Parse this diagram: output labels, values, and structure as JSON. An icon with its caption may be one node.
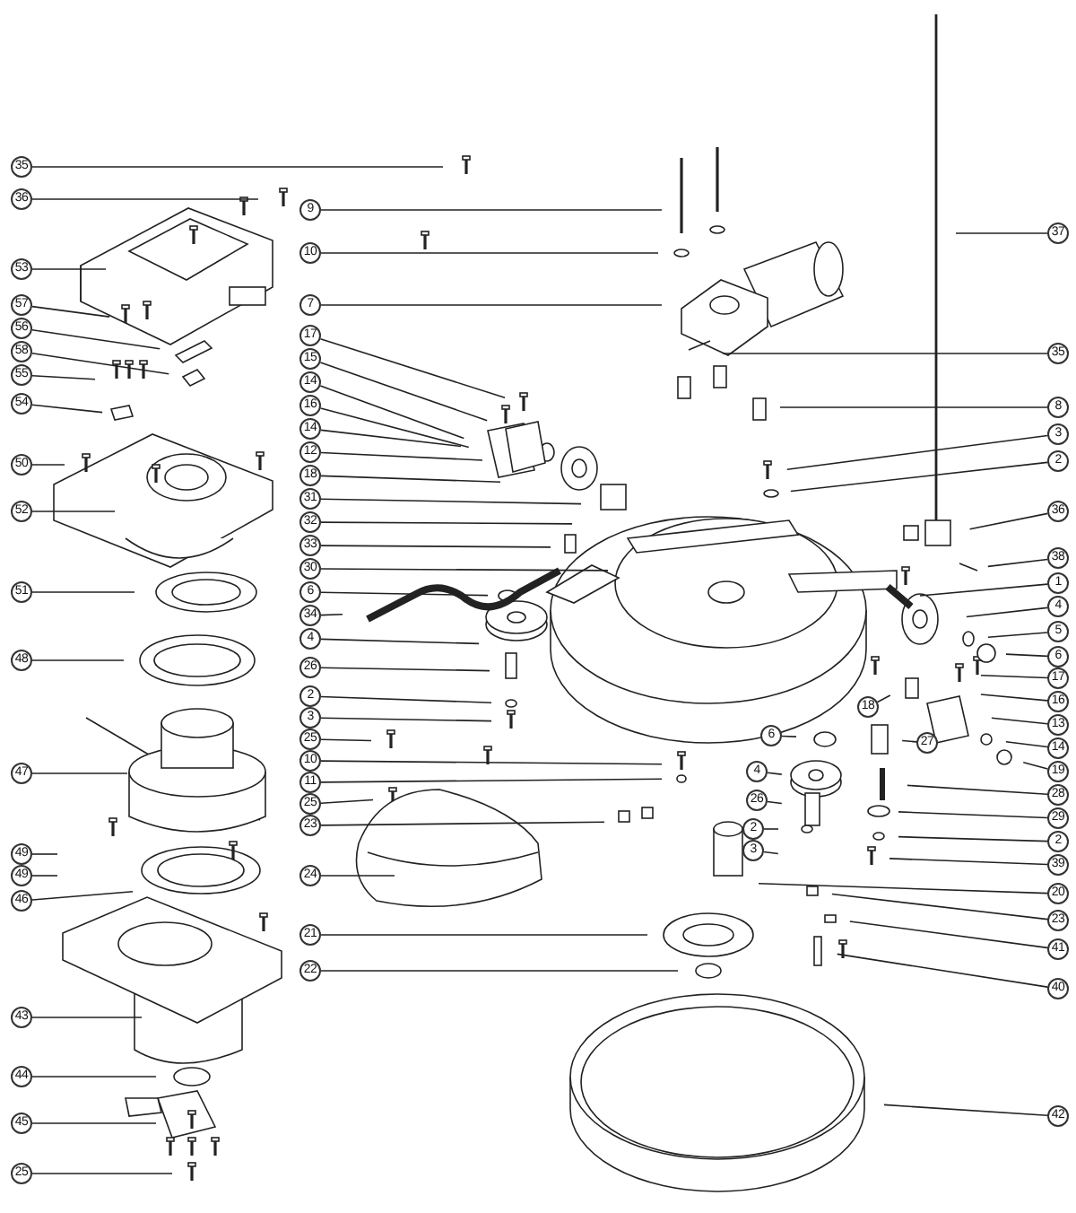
{
  "diagram": {
    "nodes": [
      {
        "text": [
          "35"
        ]
      },
      {
        "text": [
          "36"
        ]
      },
      {
        "text": [
          "53"
        ]
      },
      {
        "text": [
          "57"
        ]
      },
      {
        "text": [
          "56"
        ]
      },
      {
        "text": [
          "58"
        ]
      },
      {
        "text": [
          "55"
        ]
      },
      {
        "text": [
          "54"
        ]
      },
      {
        "text": [
          "50"
        ]
      },
      {
        "text": [
          "52"
        ]
      },
      {
        "text": [
          "51"
        ]
      },
      {
        "text": [
          "48"
        ]
      },
      {
        "text": [
          "47"
        ]
      },
      {
        "text": [
          "49"
        ]
      },
      {
        "text": [
          "49"
        ]
      },
      {
        "text": [
          "46"
        ]
      },
      {
        "text": [
          "43"
        ]
      },
      {
        "text": [
          "44"
        ]
      },
      {
        "text": [
          "45"
        ]
      },
      {
        "text": [
          "25"
        ]
      },
      {
        "text": [
          "9"
        ]
      },
      {
        "text": [
          "10"
        ]
      },
      {
        "text": [
          "7"
        ]
      },
      {
        "text": [
          "17"
        ]
      },
      {
        "text": [
          "15"
        ]
      },
      {
        "text": [
          "14"
        ]
      },
      {
        "text": [
          "16"
        ]
      },
      {
        "text": [
          "14"
        ]
      },
      {
        "text": [
          "12"
        ]
      },
      {
        "text": [
          "18"
        ]
      },
      {
        "text": [
          "31"
        ]
      },
      {
        "text": [
          "32"
        ]
      },
      {
        "text": [
          "33"
        ]
      },
      {
        "text": [
          "30"
        ]
      },
      {
        "text": [
          "6"
        ]
      },
      {
        "text": [
          "34"
        ]
      },
      {
        "text": [
          "4"
        ]
      },
      {
        "text": [
          "26"
        ]
      },
      {
        "text": [
          "2"
        ]
      },
      {
        "text": [
          "3"
        ]
      },
      {
        "text": [
          "25"
        ]
      },
      {
        "text": [
          "10"
        ]
      },
      {
        "text": [
          "11"
        ]
      },
      {
        "text": [
          "25"
        ]
      },
      {
        "text": [
          "23"
        ]
      },
      {
        "text": [
          "24"
        ]
      },
      {
        "text": [
          "21"
        ]
      },
      {
        "text": [
          "22"
        ]
      },
      {
        "text": [
          "37"
        ]
      },
      {
        "text": [
          "35"
        ]
      },
      {
        "text": [
          "8"
        ]
      },
      {
        "text": [
          "3"
        ]
      },
      {
        "text": [
          "2"
        ]
      },
      {
        "text": [
          "36"
        ]
      },
      {
        "text": [
          "38"
        ]
      },
      {
        "text": [
          "1"
        ]
      },
      {
        "text": [
          "4"
        ]
      },
      {
        "text": [
          "5"
        ]
      },
      {
        "text": [
          "6"
        ]
      },
      {
        "text": [
          "17"
        ]
      },
      {
        "text": [
          "16"
        ]
      },
      {
        "text": [
          "13"
        ]
      },
      {
        "text": [
          "14"
        ]
      },
      {
        "text": [
          "19"
        ]
      },
      {
        "text": [
          "28"
        ]
      },
      {
        "text": [
          "29"
        ]
      },
      {
        "text": [
          "2"
        ]
      },
      {
        "text": [
          "39"
        ]
      },
      {
        "text": [
          "20"
        ]
      },
      {
        "text": [
          "23"
        ]
      },
      {
        "text": [
          "41"
        ]
      },
      {
        "text": [
          "40"
        ]
      },
      {
        "text": [
          "42"
        ]
      },
      {
        "text": [
          "6"
        ]
      },
      {
        "text": [
          "4"
        ]
      },
      {
        "text": [
          "26"
        ]
      },
      {
        "text": [
          "2"
        ]
      },
      {
        "text": [
          "3"
        ]
      },
      {
        "text": [
          "18"
        ]
      },
      {
        "text": [
          "27"
        ]
      }
    ],
    "edges": [
      {
        "from": 0,
        "to": null,
        "arrow": "none"
      },
      {
        "from": 1,
        "to": null,
        "arrow": "none"
      },
      {
        "from": 2,
        "to": null,
        "arrow": "none"
      },
      {
        "from": 3,
        "to": null,
        "arrow": "none"
      },
      {
        "from": 4,
        "to": null,
        "arrow": "none"
      },
      {
        "from": 5,
        "to": null,
        "arrow": "none"
      },
      {
        "from": 6,
        "to": null,
        "arrow": "none"
      },
      {
        "from": 7,
        "to": null,
        "arrow": "none"
      },
      {
        "from": 8,
        "to": null,
        "arrow": "none"
      },
      {
        "from": 9,
        "to": null,
        "arrow": "none"
      },
      {
        "from": 10,
        "to": null,
        "arrow": "none"
      },
      {
        "from": 11,
        "to": null,
        "arrow": "none"
      },
      {
        "from": 12,
        "to": null,
        "arrow": "none"
      },
      {
        "from": 13,
        "to": null,
        "arrow": "none"
      },
      {
        "from": 14,
        "to": null,
        "arrow": "none"
      },
      {
        "from": 15,
        "to": null,
        "arrow": "none"
      },
      {
        "from": 16,
        "to": null,
        "arrow": "none"
      },
      {
        "from": 17,
        "to": null,
        "arrow": "none"
      },
      {
        "from": 18,
        "to": null,
        "arrow": "none"
      },
      {
        "from": 19,
        "to": null,
        "arrow": "none"
      },
      {
        "from": 20,
        "to": null,
        "arrow": "none"
      },
      {
        "from": 21,
        "to": null,
        "arrow": "none"
      },
      {
        "from": 22,
        "to": null,
        "arrow": "none"
      },
      {
        "from": 23,
        "to": null,
        "arrow": "none"
      },
      {
        "from": 24,
        "to": null,
        "arrow": "none"
      },
      {
        "from": 25,
        "to": null,
        "arrow": "none"
      },
      {
        "from": 26,
        "to": null,
        "arrow": "none"
      },
      {
        "from": 27,
        "to": null,
        "arrow": "none"
      },
      {
        "from": 28,
        "to": null,
        "arrow": "none"
      },
      {
        "from": 29,
        "to": null,
        "arrow": "none"
      },
      {
        "from": 30,
        "to": null,
        "arrow": "none"
      },
      {
        "from": 31,
        "to": null,
        "arrow": "none"
      },
      {
        "from": 32,
        "to": null,
        "arrow": "none"
      },
      {
        "from": 33,
        "to": null,
        "arrow": "none"
      },
      {
        "from": 34,
        "to": null,
        "arrow": "none"
      },
      {
        "from": 35,
        "to": null,
        "arrow": "none"
      },
      {
        "from": 36,
        "to": null,
        "arrow": "none"
      },
      {
        "from": 37,
        "to": null,
        "arrow": "none"
      },
      {
        "from": 38,
        "to": null,
        "arrow": "none"
      },
      {
        "from": 39,
        "to": null,
        "arrow": "none"
      },
      {
        "from": 40,
        "to": null,
        "arrow": "none"
      },
      {
        "from": 41,
        "to": null,
        "arrow": "none"
      },
      {
        "from": 42,
        "to": null,
        "arrow": "none"
      },
      {
        "from": 43,
        "to": null,
        "arrow": "none"
      },
      {
        "from": 44,
        "to": null,
        "arrow": "none"
      },
      {
        "from": 45,
        "to": null,
        "arrow": "none"
      },
      {
        "from": 46,
        "to": null,
        "arrow": "none"
      },
      {
        "from": 47,
        "to": null,
        "arrow": "none"
      },
      {
        "from": 48,
        "to": null,
        "arrow": "none"
      },
      {
        "from": 49,
        "to": null,
        "arrow": "none"
      },
      {
        "from": 50,
        "to": null,
        "arrow": "none"
      },
      {
        "from": 51,
        "to": null,
        "arrow": "none"
      },
      {
        "from": 52,
        "to": null,
        "arrow": "none"
      },
      {
        "from": 53,
        "to": null,
        "arrow": "none"
      },
      {
        "from": 54,
        "to": null,
        "arrow": "none"
      },
      {
        "from": 55,
        "to": null,
        "arrow": "none"
      },
      {
        "from": 56,
        "to": null,
        "arrow": "none"
      },
      {
        "from": 57,
        "to": null,
        "arrow": "none"
      },
      {
        "from": 58,
        "to": null,
        "arrow": "none"
      },
      {
        "from": 59,
        "to": null,
        "arrow": "none"
      },
      {
        "from": 60,
        "to": null,
        "arrow": "none"
      },
      {
        "from": 61,
        "to": null,
        "arrow": "none"
      },
      {
        "from": 62,
        "to": null,
        "arrow": "none"
      },
      {
        "from": 63,
        "to": null,
        "arrow": "none"
      },
      {
        "from": 64,
        "to": null,
        "arrow": "none"
      },
      {
        "from": 65,
        "to": null,
        "arrow": "none"
      },
      {
        "from": 66,
        "to": null,
        "arrow": "none"
      },
      {
        "from": 67,
        "to": null,
        "arrow": "none"
      },
      {
        "from": 68,
        "to": null,
        "arrow": "none"
      },
      {
        "from": 69,
        "to": null,
        "arrow": "none"
      },
      {
        "from": 70,
        "to": null,
        "arrow": "none"
      },
      {
        "from": 71,
        "to": null,
        "arrow": "none"
      },
      {
        "from": 72,
        "to": null,
        "arrow": "none"
      },
      {
        "from": 73,
        "to": null,
        "arrow": "none"
      },
      {
        "from": 74,
        "to": null,
        "arrow": "none"
      },
      {
        "from": 75,
        "to": null,
        "arrow": "none"
      },
      {
        "from": 76,
        "to": null,
        "arrow": "none"
      },
      {
        "from": 77,
        "to": null,
        "arrow": "none"
      },
      {
        "from": 78,
        "to": null,
        "arrow": "none"
      },
      {
        "from": 79,
        "to": null,
        "arrow": "none"
      }
    ]
  }
}
